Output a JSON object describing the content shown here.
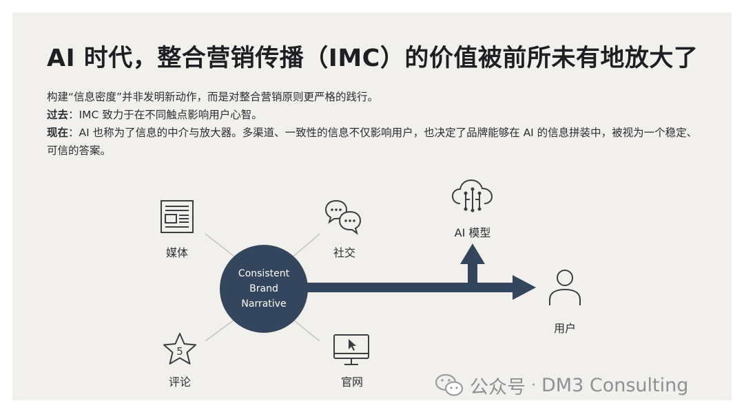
{
  "title": "AI 时代，整合营销传播（IMC）的价值被前所未有地放大了",
  "intro": "构建“信息密度”并非发明新动作，而是对整合营销原则更严格的践行。",
  "past": {
    "label": "过去",
    "sep": "：",
    "text": "IMC 致力于在不同触点影响用户心智。"
  },
  "now": {
    "label": "现在",
    "sep": "：",
    "text": "AI 也称为了信息的中介与放大器。多渠道、一致性的信息不仅影响用户，也决定了品牌能够在 AI 的信息拼装中，被视为一个稳定、可信的答案。"
  },
  "diagram": {
    "hub": {
      "line1": "Consistent",
      "line2": "Brand",
      "line3": "Narrative"
    },
    "nodes": {
      "media": {
        "label": "媒体",
        "icon": "newspaper-icon"
      },
      "social": {
        "label": "社交",
        "icon": "chat-bubbles-icon"
      },
      "review": {
        "label": "评论",
        "icon": "star-icon",
        "star_value": "5"
      },
      "website": {
        "label": "官网",
        "icon": "monitor-cursor-icon"
      },
      "ai_model": {
        "label": "AI 模型",
        "icon": "cloud-circuit-icon"
      },
      "user": {
        "label": "用户",
        "icon": "person-icon"
      }
    },
    "colors": {
      "navy": "#33465e",
      "line": "#c5c4c0",
      "icon": "#3a3c40"
    }
  },
  "watermark": {
    "channel": "公众号",
    "dot": "·",
    "name": "DM3 Consulting",
    "icon": "wechat-icon"
  }
}
